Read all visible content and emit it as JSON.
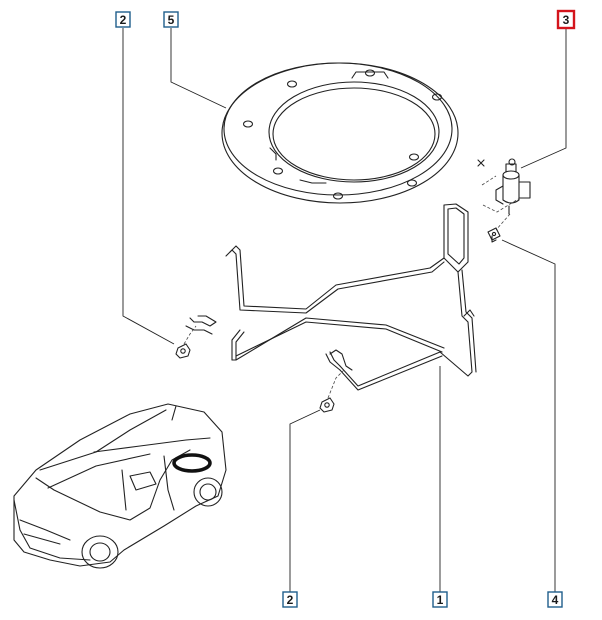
{
  "callouts": [
    {
      "id": "2",
      "selected": false
    },
    {
      "id": "5",
      "selected": false
    },
    {
      "id": "3",
      "selected": true
    },
    {
      "id": "4",
      "selected": false
    },
    {
      "id": "1",
      "selected": false
    },
    {
      "id": "2",
      "selected": false
    }
  ],
  "colors": {
    "selected_frame": "#d4141c",
    "callout_frame": "#1f5e8c",
    "line": "#222222"
  }
}
